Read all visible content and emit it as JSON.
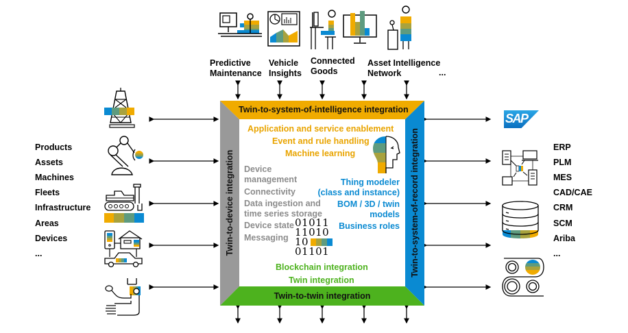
{
  "colors": {
    "yellow": "#f0ab00",
    "gray": "#999999",
    "blue": "#0a8ad2",
    "green": "#4db21e",
    "olive": "#a8a23e",
    "teal": "#5e9b7f"
  },
  "top_apps": [
    {
      "icon": "desktop-worker-icon",
      "label_line1": "Predictive",
      "label_line2": "Maintenance"
    },
    {
      "icon": "dashboard-chart-icon",
      "label_line1": "Vehicle",
      "label_line2": "Insights"
    },
    {
      "icon": "person-at-desk-icon",
      "label_line1": "Connected",
      "label_line2": "Goods"
    },
    {
      "icon": "monitor-bar-chart-icon",
      "label_line1": "Asset Intelligence",
      "label_line2": "Network"
    },
    {
      "icon": "presenter-icon",
      "label_line1": "",
      "label_line2": ""
    }
  ],
  "top_ellipsis": "...",
  "frame": {
    "top": "Twin-to-system-of-intelligence  integration",
    "left": "Twin-to-device integration",
    "right": "Twin-to-system-of-record  integration",
    "bottom": "Twin-to-twin  integration"
  },
  "inner": {
    "yellow_items": [
      "Application and service enablement",
      "Event and rule handling",
      "Machine learning"
    ],
    "gray_items": [
      "Device",
      "management",
      "Connectivity",
      "Data ingestion and",
      "time series storage",
      "Device state",
      "Messaging"
    ],
    "blue_items": [
      "Thing modeler",
      "(class and instance)",
      "BOM / 3D / twin",
      "models",
      "Business roles"
    ],
    "binary_rows": [
      "01011",
      "11010",
      "10",
      "01101"
    ],
    "green_items": [
      "Blockchain integration",
      "Twin integration"
    ]
  },
  "left_list": [
    "Products",
    "Assets",
    "Machines",
    "Fleets",
    "Infrastructure",
    "Areas",
    "Devices",
    "..."
  ],
  "left_icons": [
    "oil-rig-icon",
    "robot-arm-icon",
    "excavator-icon",
    "smart-home-car-icon",
    "blood-pressure-icon"
  ],
  "right_list": [
    "ERP",
    "PLM",
    "MES",
    "CAD/CAE",
    "CRM",
    "SCM",
    "Ariba",
    "..."
  ],
  "right_icons": [
    "sap-logo-icon",
    "network-systems-icon",
    "database-icon",
    "conveyor-icon"
  ],
  "sap_logo_text": "SAP"
}
